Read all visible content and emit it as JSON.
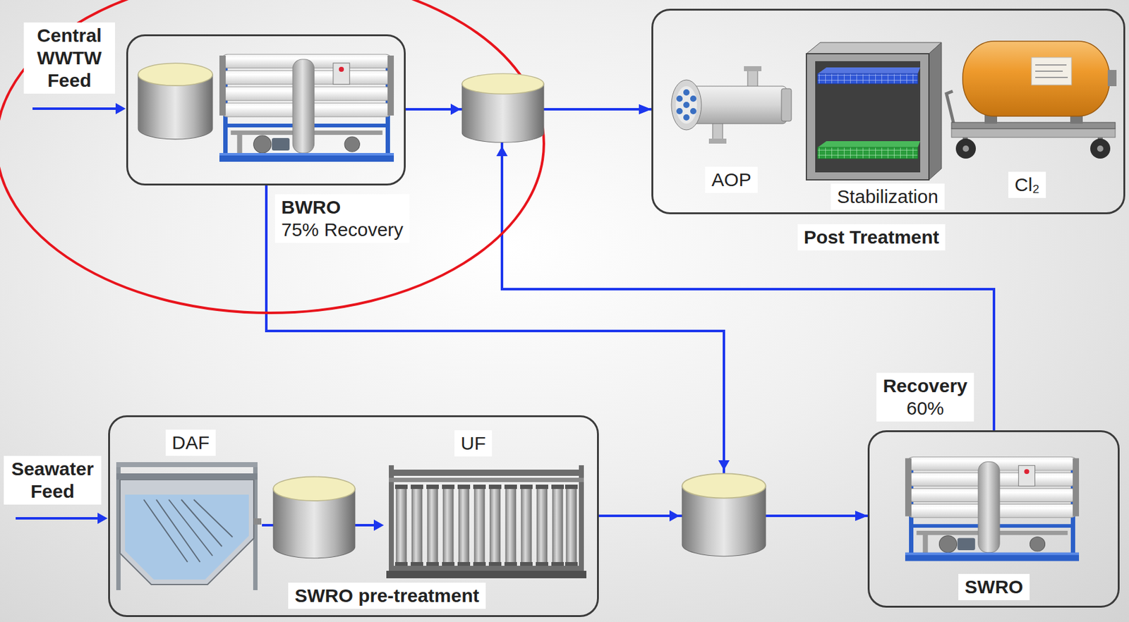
{
  "diagram": {
    "nodes": [
      {
        "text": [
          "BWRO",
          "75% Recovery"
        ]
      },
      {
        "text": [
          "Post Treatment"
        ]
      },
      {
        "text": [
          "AOP"
        ],
        "in": 1
      },
      {
        "text": [
          "Stabilization"
        ],
        "in": 1
      },
      {
        "text": [
          "Cl₂"
        ],
        "in": 1
      },
      {
        "text": [
          "SWRO pre-treatment"
        ]
      },
      {
        "text": [
          "DAF"
        ],
        "in": 5
      },
      {
        "text": [
          "UF"
        ],
        "in": 5
      },
      {
        "text": [
          "Recovery",
          "60%",
          "SWRO"
        ]
      }
    ],
    "edges": [
      {
        "from": 0,
        "to": 1,
        "arrow": "to"
      },
      {
        "from": 8,
        "to": 1,
        "arrow": "to"
      },
      {
        "from": 0,
        "to": 8,
        "arrow": "to"
      },
      {
        "from": 5,
        "to": 8,
        "arrow": "to"
      }
    ],
    "labels": [
      "Central WWTW Feed",
      "Seawater Feed"
    ]
  }
}
